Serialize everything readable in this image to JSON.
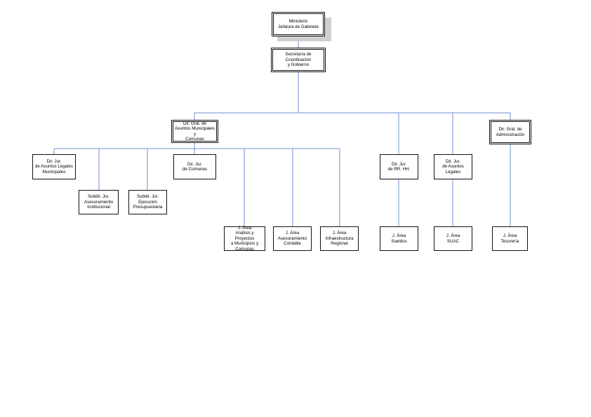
{
  "colors": {
    "connector": "#6f8fd6",
    "border": "#111111",
    "shadow": "#cfcfcf"
  },
  "nodes": {
    "ministerio": "Ministerio\nJefatura de Gabinete",
    "secretaria": "Secretaría de Coordinación\ny Gobierno",
    "dir_gral_municipales": "Dir. Gral. de\nAsuntos Municipales y\nComunas",
    "dir_gral_administracion": "Dir. Gral. de\nAdministración",
    "dir_legales_municipales": "Dir. Jur.\nde Asuntos Legales\nMunicipales",
    "subdir_asesoramiento": "Subdir. Jur.\nAsesoramiento\nInstitucional",
    "subdir_ejecucion": "Subdir. Jur.\nEjecución\nPresupuestaria",
    "dir_comunas": "Dir. Jur.\nde Comunas",
    "area_analisis": "J. Área\nAnálisis y Proyectos\na Municipios y\nComunas",
    "area_asesoramiento_contable": "J. Área\nAsesoramiento\nContable",
    "area_infraestructura": "J. Área\nInfraestructura\nRegional",
    "dir_rrhh": "Dir. Jur.\nde RR. HH.",
    "dir_asuntos_legales": "Dir. Jur.\nde Asuntos Legales",
    "area_sueldos": "J. Área\nSueldos",
    "area_suac": "J. Área\nSUAC",
    "area_tesoreria": "J. Área\nTesorería"
  }
}
